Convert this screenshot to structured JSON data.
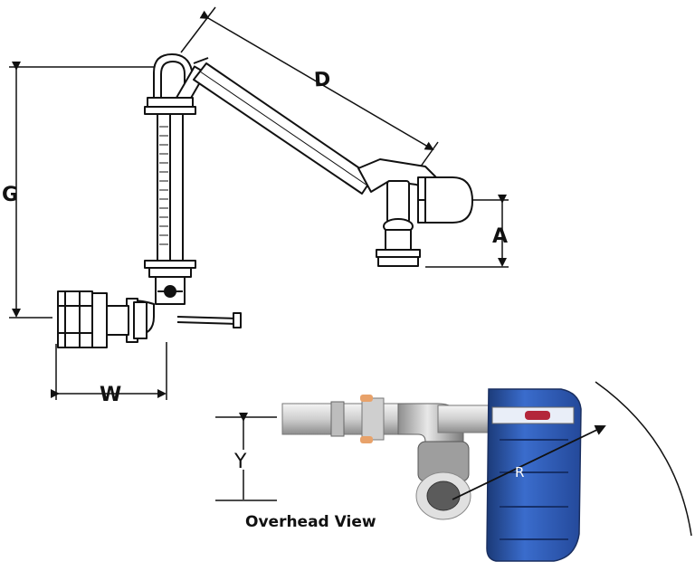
{
  "dimensions": {
    "d": "D",
    "g": "G",
    "a": "A",
    "w": "W",
    "y": "Y",
    "r": "R"
  },
  "overhead": {
    "caption": "Overhead View"
  },
  "colors": {
    "line": "#111111",
    "pipe": "#d9d9d9",
    "pipe_dark": "#9a9a9a",
    "cabinet": "#2f5fb3",
    "cabinet_dark": "#1e3f80",
    "accent_red": "#b3263b"
  }
}
